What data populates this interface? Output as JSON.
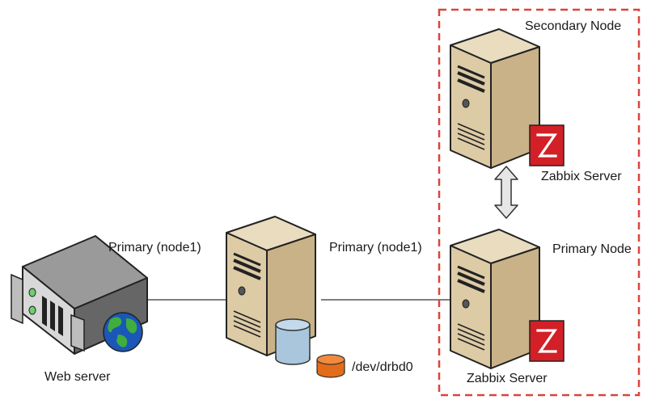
{
  "labels": {
    "secondary_node": "Secondary Node",
    "zabbix_server_top": "Zabbix Server",
    "primary_node": "Primary Node",
    "zabbix_server_bottom": "Zabbix Server",
    "primary_node1_web": "Primary (node1)",
    "primary_node1_db": "Primary (node1)",
    "web_server": "Web server",
    "drbd_device": "/dev/drbd0"
  },
  "zabbix_logo": {
    "letter": "Z"
  },
  "icons": [
    "server-rack-icon",
    "globe-icon",
    "tower-server-icon",
    "database-cylinder-icon",
    "disk-icon",
    "zabbix-logo-icon",
    "bidirectional-arrow-icon"
  ],
  "colors": {
    "tower_light": "#e0cfad",
    "tower_side": "#c9b287",
    "zabbix_red": "#d31f26",
    "cluster_border": "#d9453d",
    "database_blue": "#a9c6dd",
    "disk_orange": "#e36c1a",
    "globe_blue": "#1b57b8",
    "globe_green": "#3fae3f"
  }
}
